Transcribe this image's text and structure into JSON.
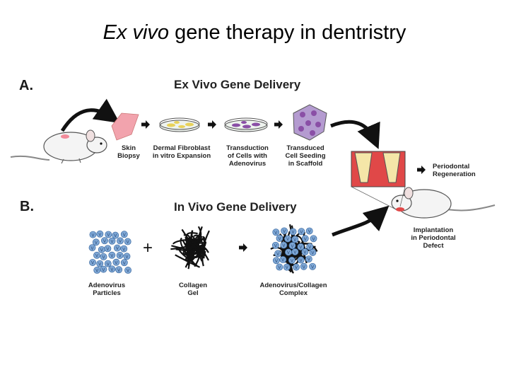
{
  "title": {
    "italic": "Ex vivo",
    "rest": " gene therapy in dentristry"
  },
  "section_a": {
    "letter": "A.",
    "heading": "Ex Vivo Gene Delivery"
  },
  "section_b": {
    "letter": "B.",
    "heading": "In Vivo Gene Delivery"
  },
  "steps_a": [
    {
      "line1": "Skin",
      "line2": "Biopsy",
      "line3": ""
    },
    {
      "line1": "Dermal Fibroblast",
      "line2": "in vitro Expansion",
      "line3": ""
    },
    {
      "line1": "Transduction",
      "line2": "of Cells with",
      "line3": "Adenovirus"
    },
    {
      "line1": "Transduced",
      "line2": "Cell Seeding",
      "line3": "in Scaffold"
    }
  ],
  "regeneration": {
    "line1": "Periodontal",
    "line2": "Regeneration"
  },
  "implantation": {
    "line1": "Implantation",
    "line2": "in Periodontal",
    "line3": "Defect"
  },
  "steps_b": [
    {
      "line1": "Adenovirus",
      "line2": "Particles"
    },
    {
      "line1": "Collagen",
      "line2": "Gel"
    },
    {
      "line1": "Adenovirus/Collagen",
      "line2": "Complex"
    }
  ],
  "plus_sign": "+",
  "virus_glyph": "V",
  "colors": {
    "tissue_pink": "#f2a3ad",
    "fibroblast_yellow": "#e8d25a",
    "cell_purple": "#8a4fa6",
    "scaffold_violet": "#b49bd0",
    "virus_blue": "#7fa8d6",
    "defect_red": "#e04848",
    "tooth_yellow": "#f5e6a8"
  }
}
